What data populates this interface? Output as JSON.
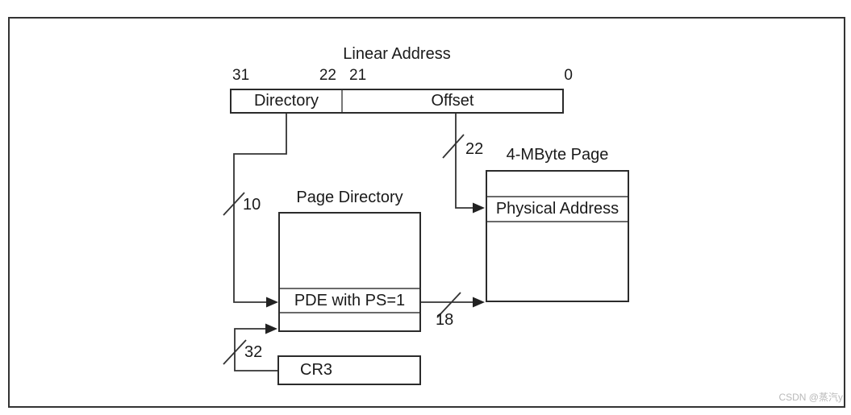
{
  "diagram": {
    "title": "Linear Address",
    "watermark": "CSDN @蒸汽y",
    "linear_address": {
      "bit_31": "31",
      "bit_22": "22",
      "bit_21": "21",
      "bit_0": "0",
      "directory_field": "Directory",
      "offset_field": "Offset"
    },
    "page_directory": {
      "title": "Page Directory",
      "entry": "PDE with PS=1"
    },
    "page_4mb": {
      "title": "4-MByte Page",
      "entry": "Physical Address"
    },
    "cr3": {
      "label": "CR3"
    },
    "bus_widths": {
      "directory_to_pde": "10",
      "offset_to_page": "22",
      "pde_to_page": "18",
      "cr3_to_directory": "32"
    },
    "colors": {
      "line": "#333333",
      "box_border": "#2b2b2b",
      "divider": "#6a6a6a",
      "text": "#1a1a1a",
      "watermark": "#b9b9b9",
      "background": "#ffffff"
    }
  }
}
